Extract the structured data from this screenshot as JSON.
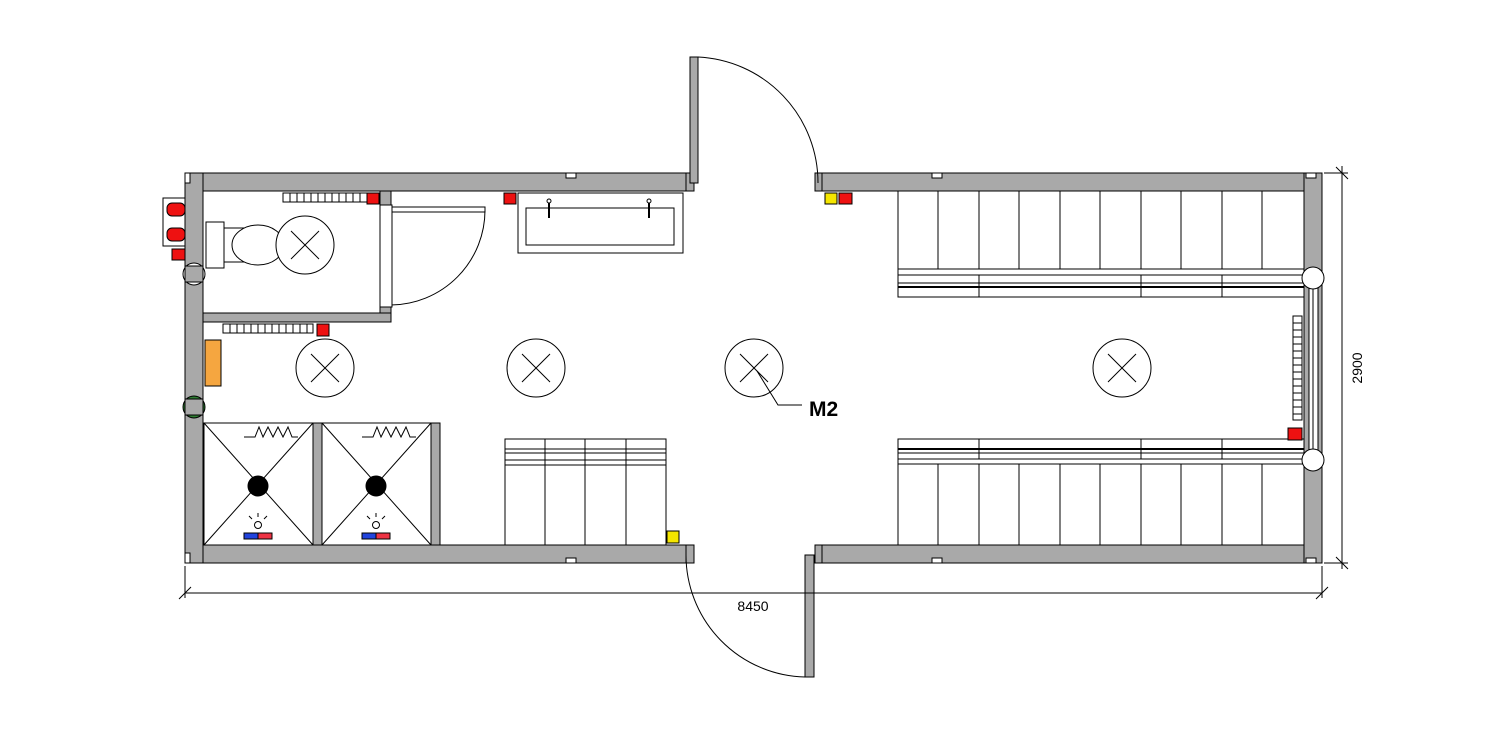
{
  "plan": {
    "label_module": "M2",
    "dim_width": "8450",
    "dim_depth": "2900"
  },
  "colors": {
    "wall": "#a9a9a9",
    "outline": "#000000",
    "red": "#ee1111",
    "yellow": "#f5e600",
    "orange": "#f5a640",
    "green": "#2e7d32",
    "blue": "#2244dd"
  }
}
